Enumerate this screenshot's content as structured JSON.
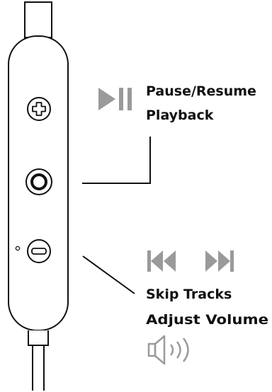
{
  "labels": {
    "pause_line1": "Pause/Resume",
    "pause_line2": "Playback",
    "skip": "Skip Tracks",
    "volume": "Adjust Volume"
  },
  "icons": {
    "play_pause": "play-pause-icon",
    "prev_track": "previous-track-icon",
    "next_track": "next-track-icon",
    "speaker": "speaker-volume-icon",
    "plus_button": "plus-icon",
    "center_button": "circle-icon",
    "minus_button": "minus-icon",
    "microphone": "microphone-hole-icon"
  },
  "colors": {
    "stroke": "#111111",
    "icon_gray": "#9a9a9a"
  }
}
